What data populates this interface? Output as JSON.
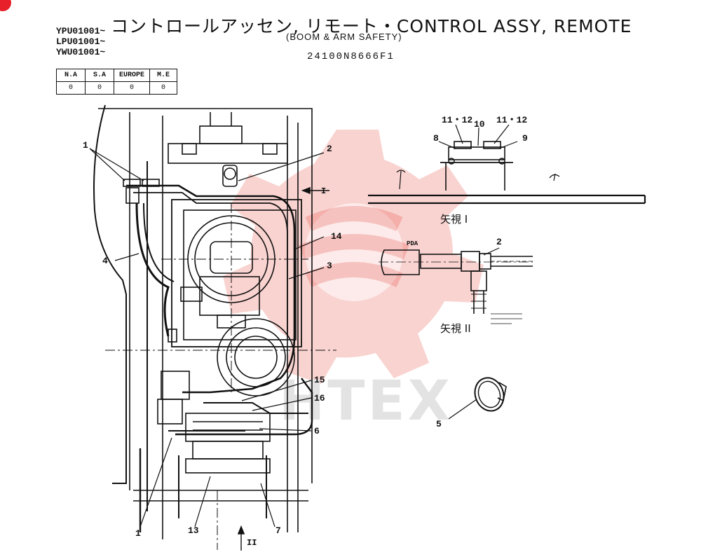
{
  "title": {
    "main": "コントロールアッセン, リモート・CONTROL ASSY, REMOTE",
    "subtitle": "(BOOM & ARM SAFETY)",
    "part_number": "24100N8666F1"
  },
  "serials": [
    "YPU01001~",
    "LPU01001~",
    "YWU01001~"
  ],
  "region_table": {
    "headers": [
      "N.A",
      "S.A",
      "EUROPE",
      "M.E"
    ],
    "values": [
      "0",
      "0",
      "0",
      "0"
    ]
  },
  "callouts": {
    "c1_top": "1",
    "c1_bottom": "1",
    "c2_main": "2",
    "c2_view": "2",
    "c3": "3",
    "c4": "4",
    "c5": "5",
    "c6": "6",
    "c7": "7",
    "c8": "8",
    "c9": "9",
    "c10": "10",
    "c11_12_left": "11・12",
    "c11_12_right": "11・12",
    "c13": "13",
    "c14": "14",
    "c15": "15",
    "c16": "16"
  },
  "views": {
    "view1": "矢視 I",
    "view2": "矢視 II",
    "arrow_I": "I",
    "arrow_II": "II",
    "pda_tag": "PDA"
  },
  "watermark": {
    "text": "HTEX",
    "color": "#e3352b"
  },
  "colors": {
    "line": "#111111",
    "watermark_red": "#e3352b",
    "corner_badge": "#e8202a"
  }
}
